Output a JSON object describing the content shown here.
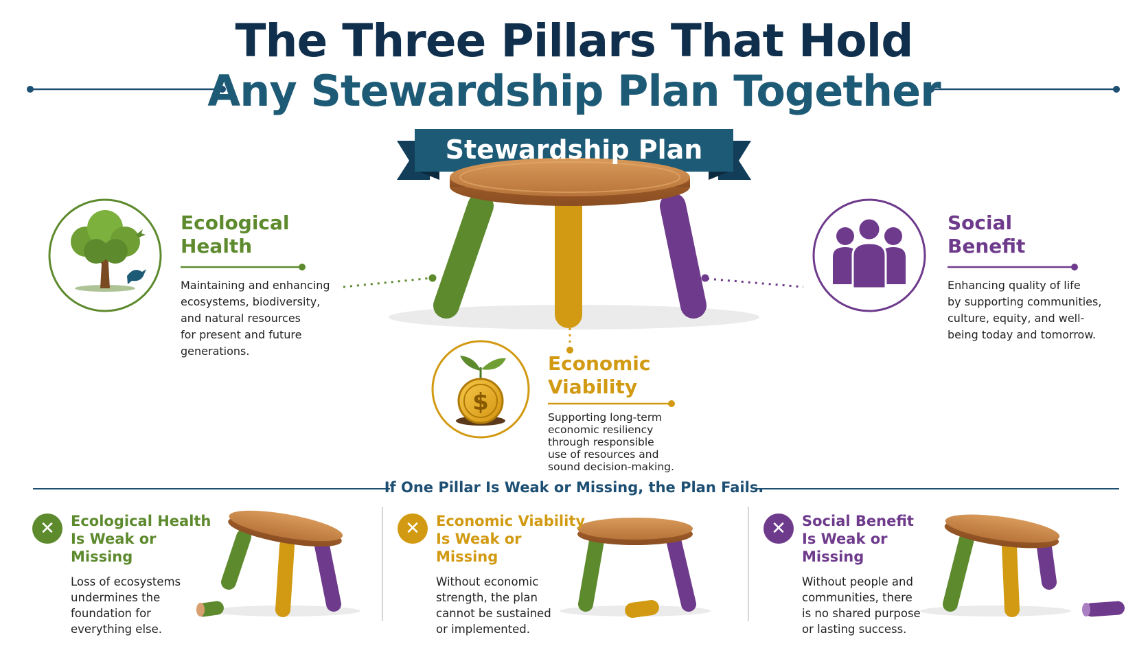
{
  "title": {
    "line1": "The Three Pillars That Hold",
    "line2": "Any Stewardship Plan Together"
  },
  "banner": "Stewardship Plan",
  "colors": {
    "ecological": "#5e8a2e",
    "economic": "#d29a12",
    "social": "#6e3a8c",
    "navy": "#1d4f73",
    "wood": "#c8874a"
  },
  "pillars": [
    {
      "title_line1": "Ecological",
      "title_line2": "Health",
      "description": [
        "Maintaining and enhancing",
        "ecosystems, biodiversity,",
        "and natural resources",
        "for present and future",
        "generations."
      ],
      "icon": "tree-icon"
    },
    {
      "title_line1": "Economic",
      "title_line2": "Viability",
      "description": [
        "Supporting long-term",
        "economic resiliency",
        "through responsible",
        "use of resources and",
        "sound decision-making."
      ],
      "icon": "coin-sprout-icon"
    },
    {
      "title_line1": "Social",
      "title_line2": "Benefit",
      "description": [
        "Enhancing quality of life",
        "by supporting communities,",
        "culture, equity, and well-",
        "being today and tomorrow."
      ],
      "icon": "people-icon"
    }
  ],
  "fail_header": "If One Pillar Is Weak or Missing, the Plan Fails.",
  "failures": [
    {
      "title_line1": "Ecological Health",
      "title_line2": "Is Weak or Missing",
      "description": [
        "Loss of ecosystems",
        "undermines the",
        "foundation for",
        "everything else."
      ]
    },
    {
      "title_line1": "Economic Viability",
      "title_line2": "Is Weak or Missing",
      "description": [
        "Without economic",
        "strength, the plan",
        "cannot be sustained",
        "or implemented."
      ]
    },
    {
      "title_line1": "Social Benefit",
      "title_line2": "Is Weak or Missing",
      "description": [
        "Without people and",
        "communities, there",
        "is no shared purpose",
        "or lasting success."
      ]
    }
  ],
  "x_glyph": "✕"
}
